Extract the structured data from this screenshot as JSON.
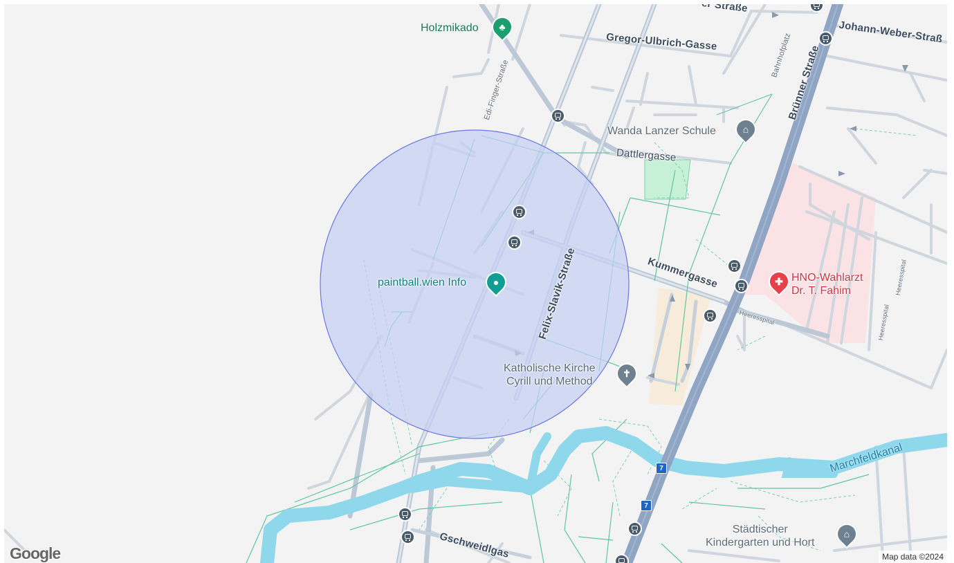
{
  "map": {
    "streets": [
      {
        "id": "gregor-ulbrich-gasse",
        "label": "Gregor-Ulbrich-Gasse"
      },
      {
        "id": "johann-weber-strasse",
        "label": "Johann-Weber-Straß"
      },
      {
        "id": "top-strasse",
        "label": "er Straße"
      },
      {
        "id": "edi-finger-strasse",
        "label": "Edi-Finger-Straße"
      },
      {
        "id": "bahnhofplatz",
        "label": "Bahnhofplatz"
      },
      {
        "id": "bruenner-strasse",
        "label": "Brünner Straße"
      },
      {
        "id": "dattlergasse",
        "label": "Dattlergasse"
      },
      {
        "id": "felix-slavik-strasse",
        "label": "Felix-Slavik-Straße"
      },
      {
        "id": "kummergasse",
        "label": "Kummergasse"
      },
      {
        "id": "heeresspital-1",
        "label": "Heeresspital"
      },
      {
        "id": "heeresspital-2",
        "label": "Heeresspital"
      },
      {
        "id": "heeresspital-3",
        "label": "Heeresspital"
      },
      {
        "id": "gschweidlgasse",
        "label": "Gschweidlgas"
      }
    ],
    "pois": [
      {
        "id": "holzmikado",
        "label": "Holzmikado",
        "icon": "tree-icon",
        "color": "#1e9e6e"
      },
      {
        "id": "paintball",
        "label": "paintball.wien Info",
        "icon": "dot-icon",
        "color": "#129e94"
      },
      {
        "id": "wanda-lanzer",
        "label": "Wanda Lanzer Schule",
        "icon": "graduation-cap-icon",
        "color": "#6f8190"
      },
      {
        "id": "kirche",
        "label_lines": [
          "Katholische Kirche",
          "Cyrill und Method"
        ],
        "icon": "cross-icon",
        "color": "#6f8190"
      },
      {
        "id": "hno",
        "label_lines": [
          "HNO-Wahlarzt",
          "Dr. T. Fahim"
        ],
        "icon": "medical-cross-icon",
        "color": "#e6404b"
      },
      {
        "id": "kindergarten",
        "label_lines": [
          "Städtischer",
          "Kindergarten und Hort"
        ],
        "icon": "graduation-cap-icon",
        "color": "#6f8190"
      }
    ],
    "water": {
      "label": "Marchfeldkanal"
    },
    "route_shields": [
      {
        "label": "7"
      },
      {
        "label": "7"
      }
    ],
    "search_radius": {
      "fill": "#c5d0f3",
      "stroke": "#6a76e8"
    },
    "colors": {
      "background": "#f3f3f4",
      "road": "#c9d1db",
      "highway": "#8fa5c3",
      "water": "#8fd8ec",
      "park": "#c7f1d6",
      "hospital": "#fbe3e5",
      "paths": "#5fc6a0"
    },
    "google_logo": "Google",
    "attribution": "Map data ©2024"
  }
}
